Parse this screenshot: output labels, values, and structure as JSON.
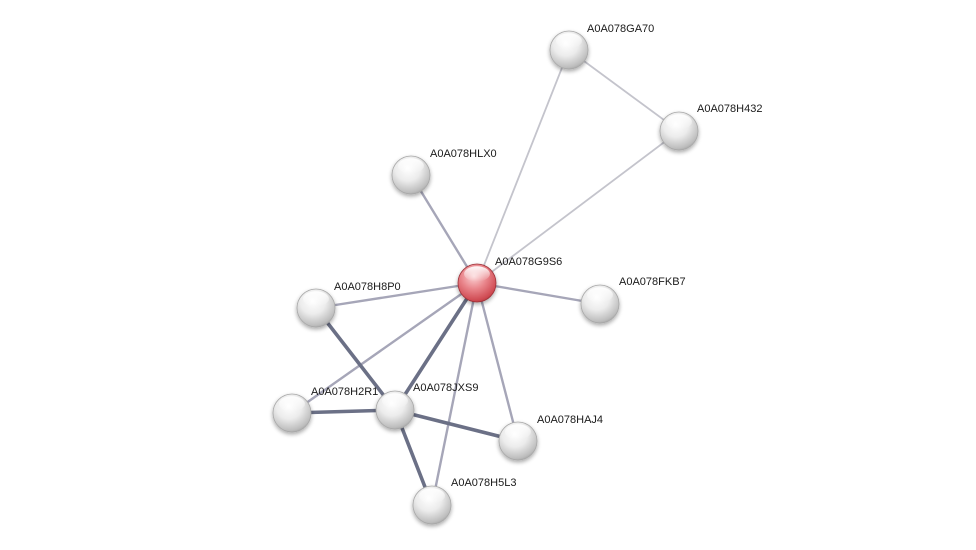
{
  "colors": {
    "center_node": "#d94a52",
    "node": "#d8d8d8",
    "edge_light": "#c4c4cc",
    "edge_medium": "#a6a6b8",
    "edge_strong": "#6b7086"
  },
  "nodes": [
    {
      "id": "A0A078G9S6",
      "label": "A0A078G9S6",
      "query": true
    },
    {
      "id": "A0A078GA70",
      "label": "A0A078GA70",
      "query": false
    },
    {
      "id": "A0A078H432",
      "label": "A0A078H432",
      "query": false
    },
    {
      "id": "A0A078HLX0",
      "label": "A0A078HLX0",
      "query": false
    },
    {
      "id": "A0A078H8P0",
      "label": "A0A078H8P0",
      "query": false
    },
    {
      "id": "A0A078FKB7",
      "label": "A0A078FKB7",
      "query": false
    },
    {
      "id": "A0A078H2R1",
      "label": "A0A078H2R1",
      "query": false
    },
    {
      "id": "A0A078JXS9",
      "label": "A0A078JXS9",
      "query": false
    },
    {
      "id": "A0A078HAJ4",
      "label": "A0A078HAJ4",
      "query": false
    },
    {
      "id": "A0A078H5L3",
      "label": "A0A078H5L3",
      "query": false
    }
  ],
  "edges": [
    {
      "source": "A0A078GA70",
      "target": "A0A078H432",
      "strength": "light"
    },
    {
      "source": "A0A078GA70",
      "target": "A0A078G9S6",
      "strength": "light"
    },
    {
      "source": "A0A078H432",
      "target": "A0A078G9S6",
      "strength": "light"
    },
    {
      "source": "A0A078HLX0",
      "target": "A0A078G9S6",
      "strength": "medium"
    },
    {
      "source": "A0A078H8P0",
      "target": "A0A078G9S6",
      "strength": "medium"
    },
    {
      "source": "A0A078FKB7",
      "target": "A0A078G9S6",
      "strength": "medium"
    },
    {
      "source": "A0A078H2R1",
      "target": "A0A078G9S6",
      "strength": "medium"
    },
    {
      "source": "A0A078JXS9",
      "target": "A0A078G9S6",
      "strength": "strong"
    },
    {
      "source": "A0A078HAJ4",
      "target": "A0A078G9S6",
      "strength": "medium"
    },
    {
      "source": "A0A078H5L3",
      "target": "A0A078G9S6",
      "strength": "medium"
    },
    {
      "source": "A0A078H8P0",
      "target": "A0A078JXS9",
      "strength": "strong"
    },
    {
      "source": "A0A078H2R1",
      "target": "A0A078JXS9",
      "strength": "strong"
    },
    {
      "source": "A0A078JXS9",
      "target": "A0A078HAJ4",
      "strength": "strong"
    },
    {
      "source": "A0A078JXS9",
      "target": "A0A078H5L3",
      "strength": "strong"
    }
  ]
}
